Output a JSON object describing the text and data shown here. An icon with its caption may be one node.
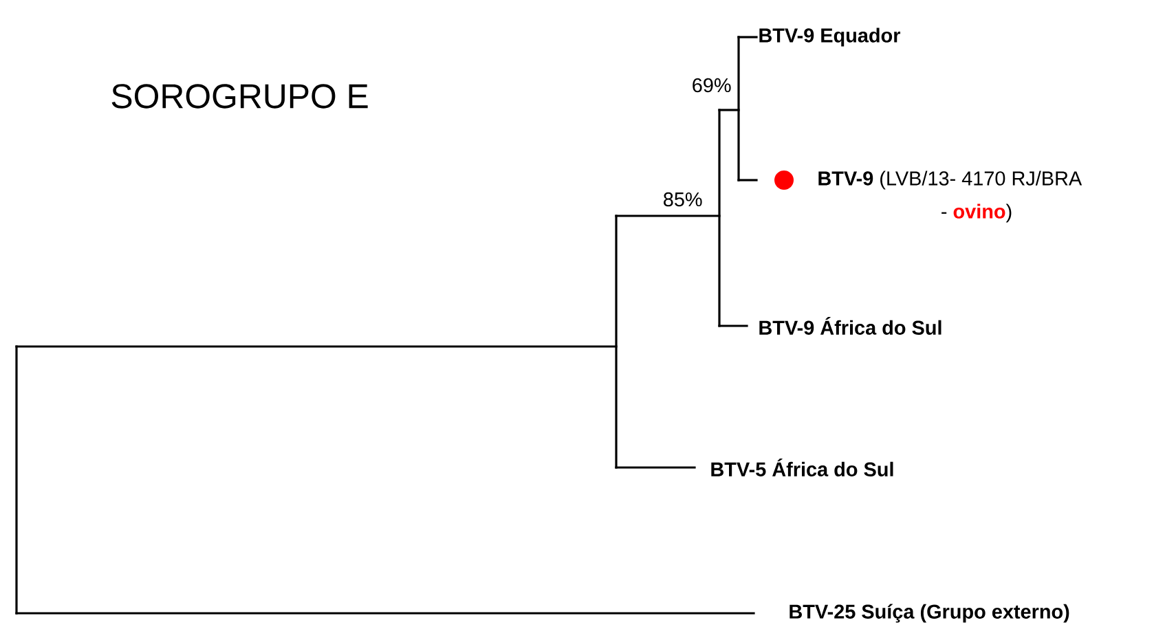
{
  "diagram": {
    "title": "SOROGRUPO E",
    "labels": [
      "69%",
      "85%",
      "BTV-9 Equador",
      "**BTV-9** (LVB/13- 4170 RJ/BRA",
      "-",
      "ovino",
      ")",
      "BTV-9 África do Sul",
      "BTV-5 África do Sul",
      "BTV-25 Suíça (Grupo externo)"
    ]
  }
}
